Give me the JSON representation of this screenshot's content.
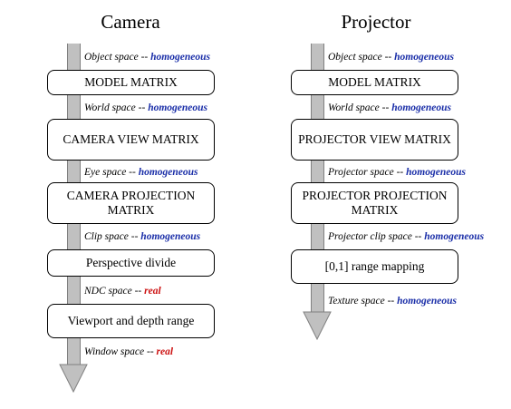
{
  "columns": [
    {
      "title": "Camera",
      "boxes": [
        "MODEL MATRIX",
        "CAMERA VIEW MATRIX",
        "CAMERA PROJECTION MATRIX",
        "Perspective divide",
        "Viewport and depth range"
      ],
      "spaces": [
        {
          "name": "Object space",
          "sep": "--",
          "kind": "homogeneous",
          "color": "blue"
        },
        {
          "name": "World space",
          "sep": "--",
          "kind": "homogeneous",
          "color": "blue"
        },
        {
          "name": "Eye space",
          "sep": "--",
          "kind": "homogeneous",
          "color": "blue"
        },
        {
          "name": "Clip space",
          "sep": "--",
          "kind": "homogeneous",
          "color": "blue"
        },
        {
          "name": "NDC space",
          "sep": "--",
          "kind": "real",
          "color": "red"
        },
        {
          "name": "Window space",
          "sep": "--",
          "kind": "real",
          "color": "red"
        }
      ]
    },
    {
      "title": "Projector",
      "boxes": [
        "MODEL MATRIX",
        "PROJECTOR VIEW MATRIX",
        "PROJECTOR PROJECTION MATRIX",
        "[0,1] range mapping"
      ],
      "spaces": [
        {
          "name": "Object space",
          "sep": "--",
          "kind": "homogeneous",
          "color": "blue"
        },
        {
          "name": "World space",
          "sep": "--",
          "kind": "homogeneous",
          "color": "blue"
        },
        {
          "name": "Projector space",
          "sep": "--",
          "kind": "homogeneous",
          "color": "blue"
        },
        {
          "name": "Projector clip space",
          "sep": "--",
          "kind": "homogeneous",
          "color": "blue"
        },
        {
          "name": "Texture space",
          "sep": "--",
          "kind": "homogeneous",
          "color": "blue"
        }
      ]
    }
  ],
  "colors": {
    "blue": "#1a2ea8",
    "red": "#cc1111",
    "arrow_fill": "#c0c0c0",
    "arrow_stroke": "#808080"
  }
}
